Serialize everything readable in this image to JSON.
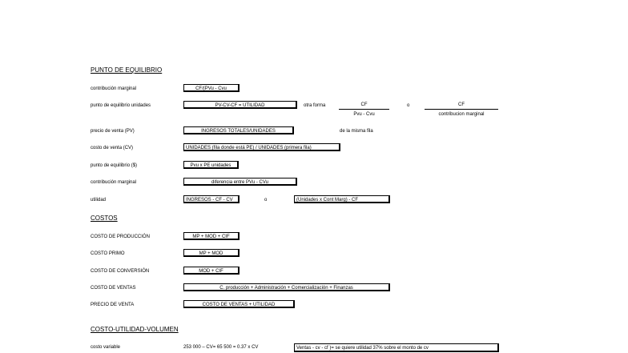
{
  "pe": {
    "title": "PUNTO DE EQUILIBRIO",
    "rows": [
      {
        "label": "contribución marginal",
        "box": "CF/(PVu - Cvu"
      },
      {
        "label": "punto de equilibrio unidades",
        "box": "PV-CV-CF = UTILIDAD",
        "other": "otra forma",
        "frac1_num": "CF",
        "frac1_den": "Pvu - Cvu",
        "or": "o",
        "frac2_num": "CF",
        "frac2_den": "contribucion marginal"
      },
      {
        "label": "precio de venta (PV)",
        "box": "INGRESOS TOTALES/UNIDADES",
        "note": "de la misma fila"
      },
      {
        "label": "costo de venta (CV)",
        "box": "UNIDADES (fila donde está PE) / UNIDADES (primera fila)"
      },
      {
        "label": "punto de equilibrio ($)",
        "box": "Pvu x PE unidades"
      },
      {
        "label": "contribución marginal",
        "box": "diferencia entre PVu - CVu"
      },
      {
        "label": "utilidad",
        "box": "INGRESOS - CF - CV",
        "or": "o",
        "box2": "(Unidades x Cont Marg) - CF"
      }
    ]
  },
  "costos": {
    "title": "COSTOS",
    "rows": [
      {
        "label": "COSTO DE PRODUCCIÓN",
        "box": "MP + MOD + CIF"
      },
      {
        "label": "COSTO PRIMO",
        "box": "MP + MOD"
      },
      {
        "label": "COSTO DE CONVERSIÓN",
        "box": "MOD + CIF"
      },
      {
        "label": "COSTO DE VENTAS",
        "box": "C. producción + Administración + Comercialización + Finanzas"
      },
      {
        "label": "PRECIO DE VENTA",
        "box": "COSTO DE VENTAS + UTILIDAD"
      }
    ]
  },
  "cuv": {
    "title": "COSTO-UTILIDAD-VOLUMEN",
    "rows": [
      {
        "label": "costo variable",
        "formula": "253 000 – CV= 65 500 = 0.37 x CV",
        "box": "Ventas - cv - cf )= se quiere utilidad 37% sobre el monto de cv"
      }
    ]
  }
}
